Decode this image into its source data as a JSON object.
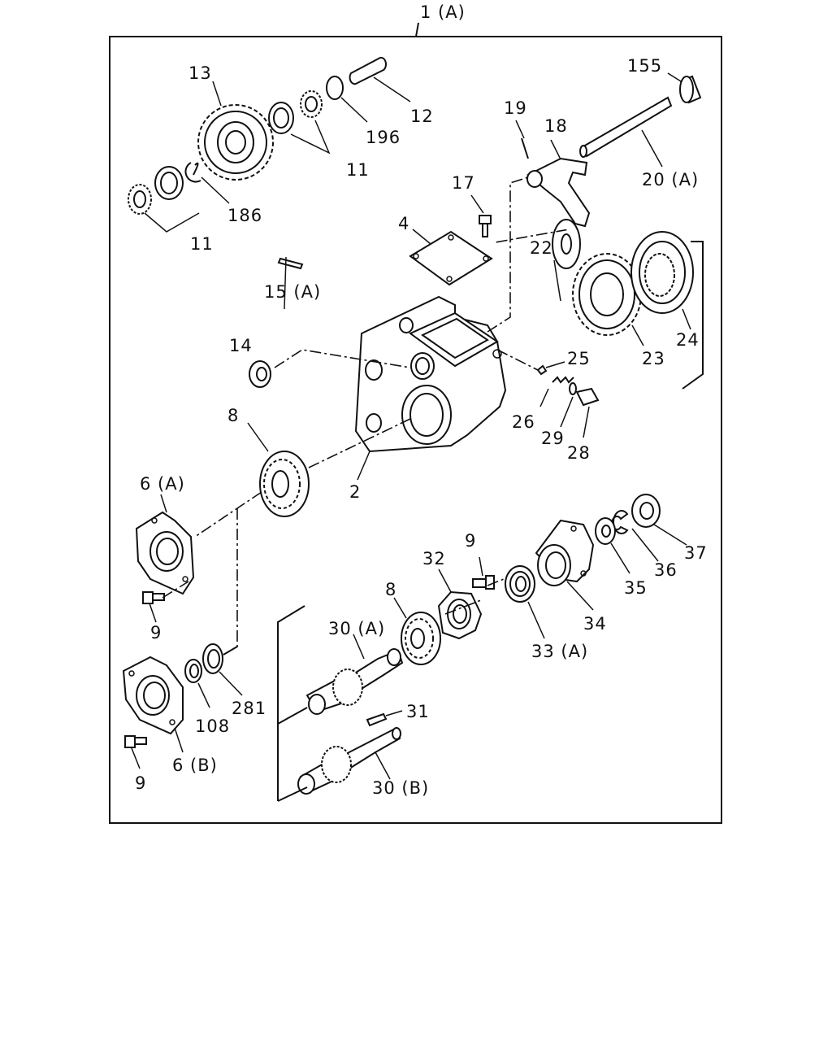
{
  "diagram": {
    "assembly_label": "1 (A)",
    "callouts": {
      "p13": "13",
      "p12": "12",
      "p155": "155",
      "p196": "196",
      "p11a": "11",
      "p11b": "11",
      "p186": "186",
      "p19": "19",
      "p18": "18",
      "p20a": "20 (A)",
      "p17": "17",
      "p4": "4",
      "p22": "22",
      "p15a": "15 (A)",
      "p14": "14",
      "p25": "25",
      "p23": "23",
      "p24": "24",
      "p26": "26",
      "p29": "29",
      "p28": "28",
      "p8a": "8",
      "p2": "2",
      "p6a": "6 (A)",
      "p9a": "9",
      "p37": "37",
      "p36": "36",
      "p35": "35",
      "p32": "32",
      "p9b": "9",
      "p34": "34",
      "p30a": "30 (A)",
      "p8b": "8",
      "p33a": "33 (A)",
      "p281": "281",
      "p108": "108",
      "p31": "31",
      "p6b": "6 (B)",
      "p9c": "9",
      "p30b": "30 (B)"
    }
  }
}
